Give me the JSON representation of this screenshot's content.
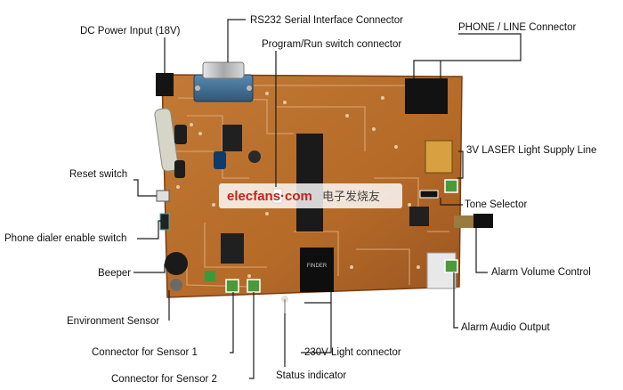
{
  "labels": {
    "dc_power": "DC Power Input (18V)",
    "rs232": "RS232 Serial Interface Connector",
    "program_run": "Program/Run switch connector",
    "phone_line": "PHONE / LINE Connector",
    "laser_supply": "3V LASER Light Supply Line",
    "reset_switch": "Reset switch",
    "tone_selector": "Tone Selector",
    "phone_dialer": "Phone dialer enable switch",
    "beeper": "Beeper",
    "alarm_volume": "Alarm Volume Control",
    "environment_sensor": "Environment Sensor",
    "alarm_audio_output": "Alarm Audio Output",
    "connector_sensor1": "Connector for Sensor 1",
    "light_230v": "230V Light connector",
    "connector_sensor2": "Connector for Sensor 2",
    "status_indicator": "Status indicator"
  },
  "watermark": {
    "brand": "elecfans·com",
    "chinese": "电子发烧友"
  },
  "chip_marking": "FINDER",
  "colors": {
    "pcb": "#b9702e",
    "pcb_dark": "#8a4a18",
    "trace": "#d8a070",
    "db9_blue": "#3f6f95",
    "relay_black": "#161616",
    "terminal_green": "#4a9a3a",
    "watermark_red": "#c0261a",
    "leader": "#1a1a1a"
  }
}
